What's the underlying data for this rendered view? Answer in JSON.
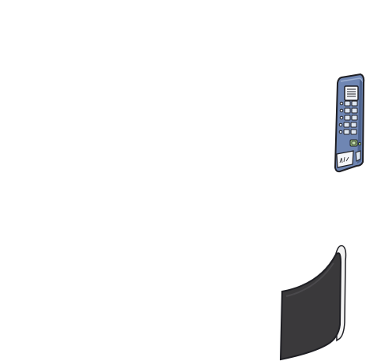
{
  "scene": {
    "background": "white",
    "colors": {
      "page": "#ffffff",
      "outline": "#1f1f24",
      "panel_blue": "#6f86b3",
      "panel_blue_dark": "#4e648f",
      "panel_face": "#dde6f2",
      "indicator_green": "#9bc27a",
      "sheet_dark": "#3a393b",
      "sheet_edge": "#f3f3f3"
    },
    "objects": [
      {
        "id": "control-panel",
        "icon": "printer-control-panel-icon",
        "button_rows": 5,
        "has_display": true,
        "has_status_lights": true
      },
      {
        "id": "curved-sheet",
        "icon": "curved-dark-sheet-icon"
      }
    ]
  }
}
